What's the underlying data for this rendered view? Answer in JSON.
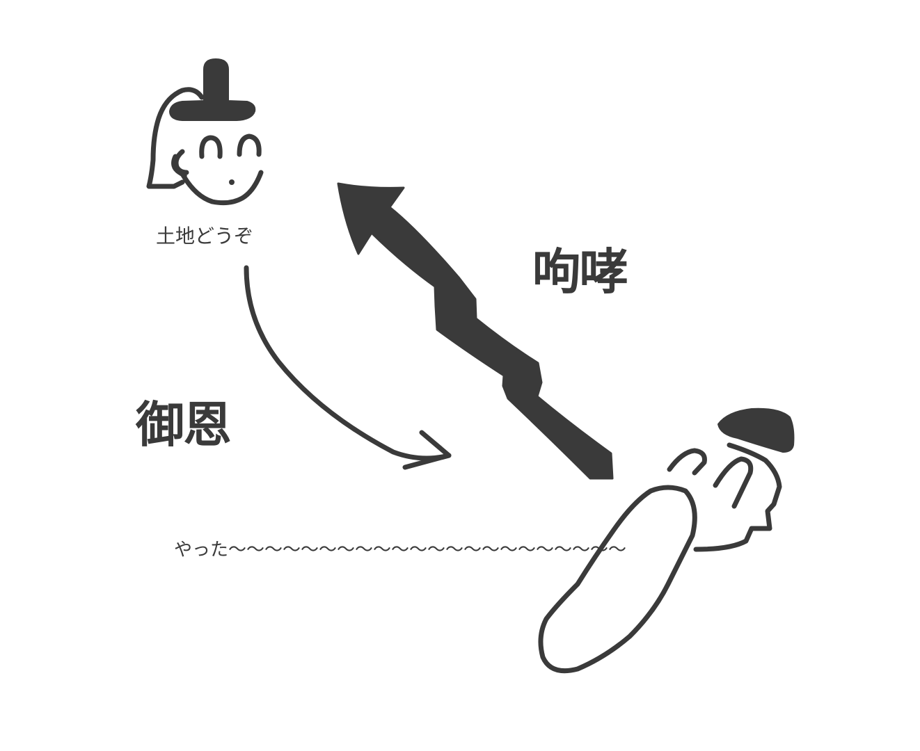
{
  "labels": {
    "lord_speech": "土地どうぞ",
    "on_label": "御恩",
    "hoko_label": "呴哮",
    "vassal_speech": "やった〜〜〜〜〜〜〜〜〜〜〜〜〜〜〜〜〜〜〜〜〜〜"
  },
  "colors": {
    "ink": "#3a3a3a",
    "background": "#ffffff"
  }
}
